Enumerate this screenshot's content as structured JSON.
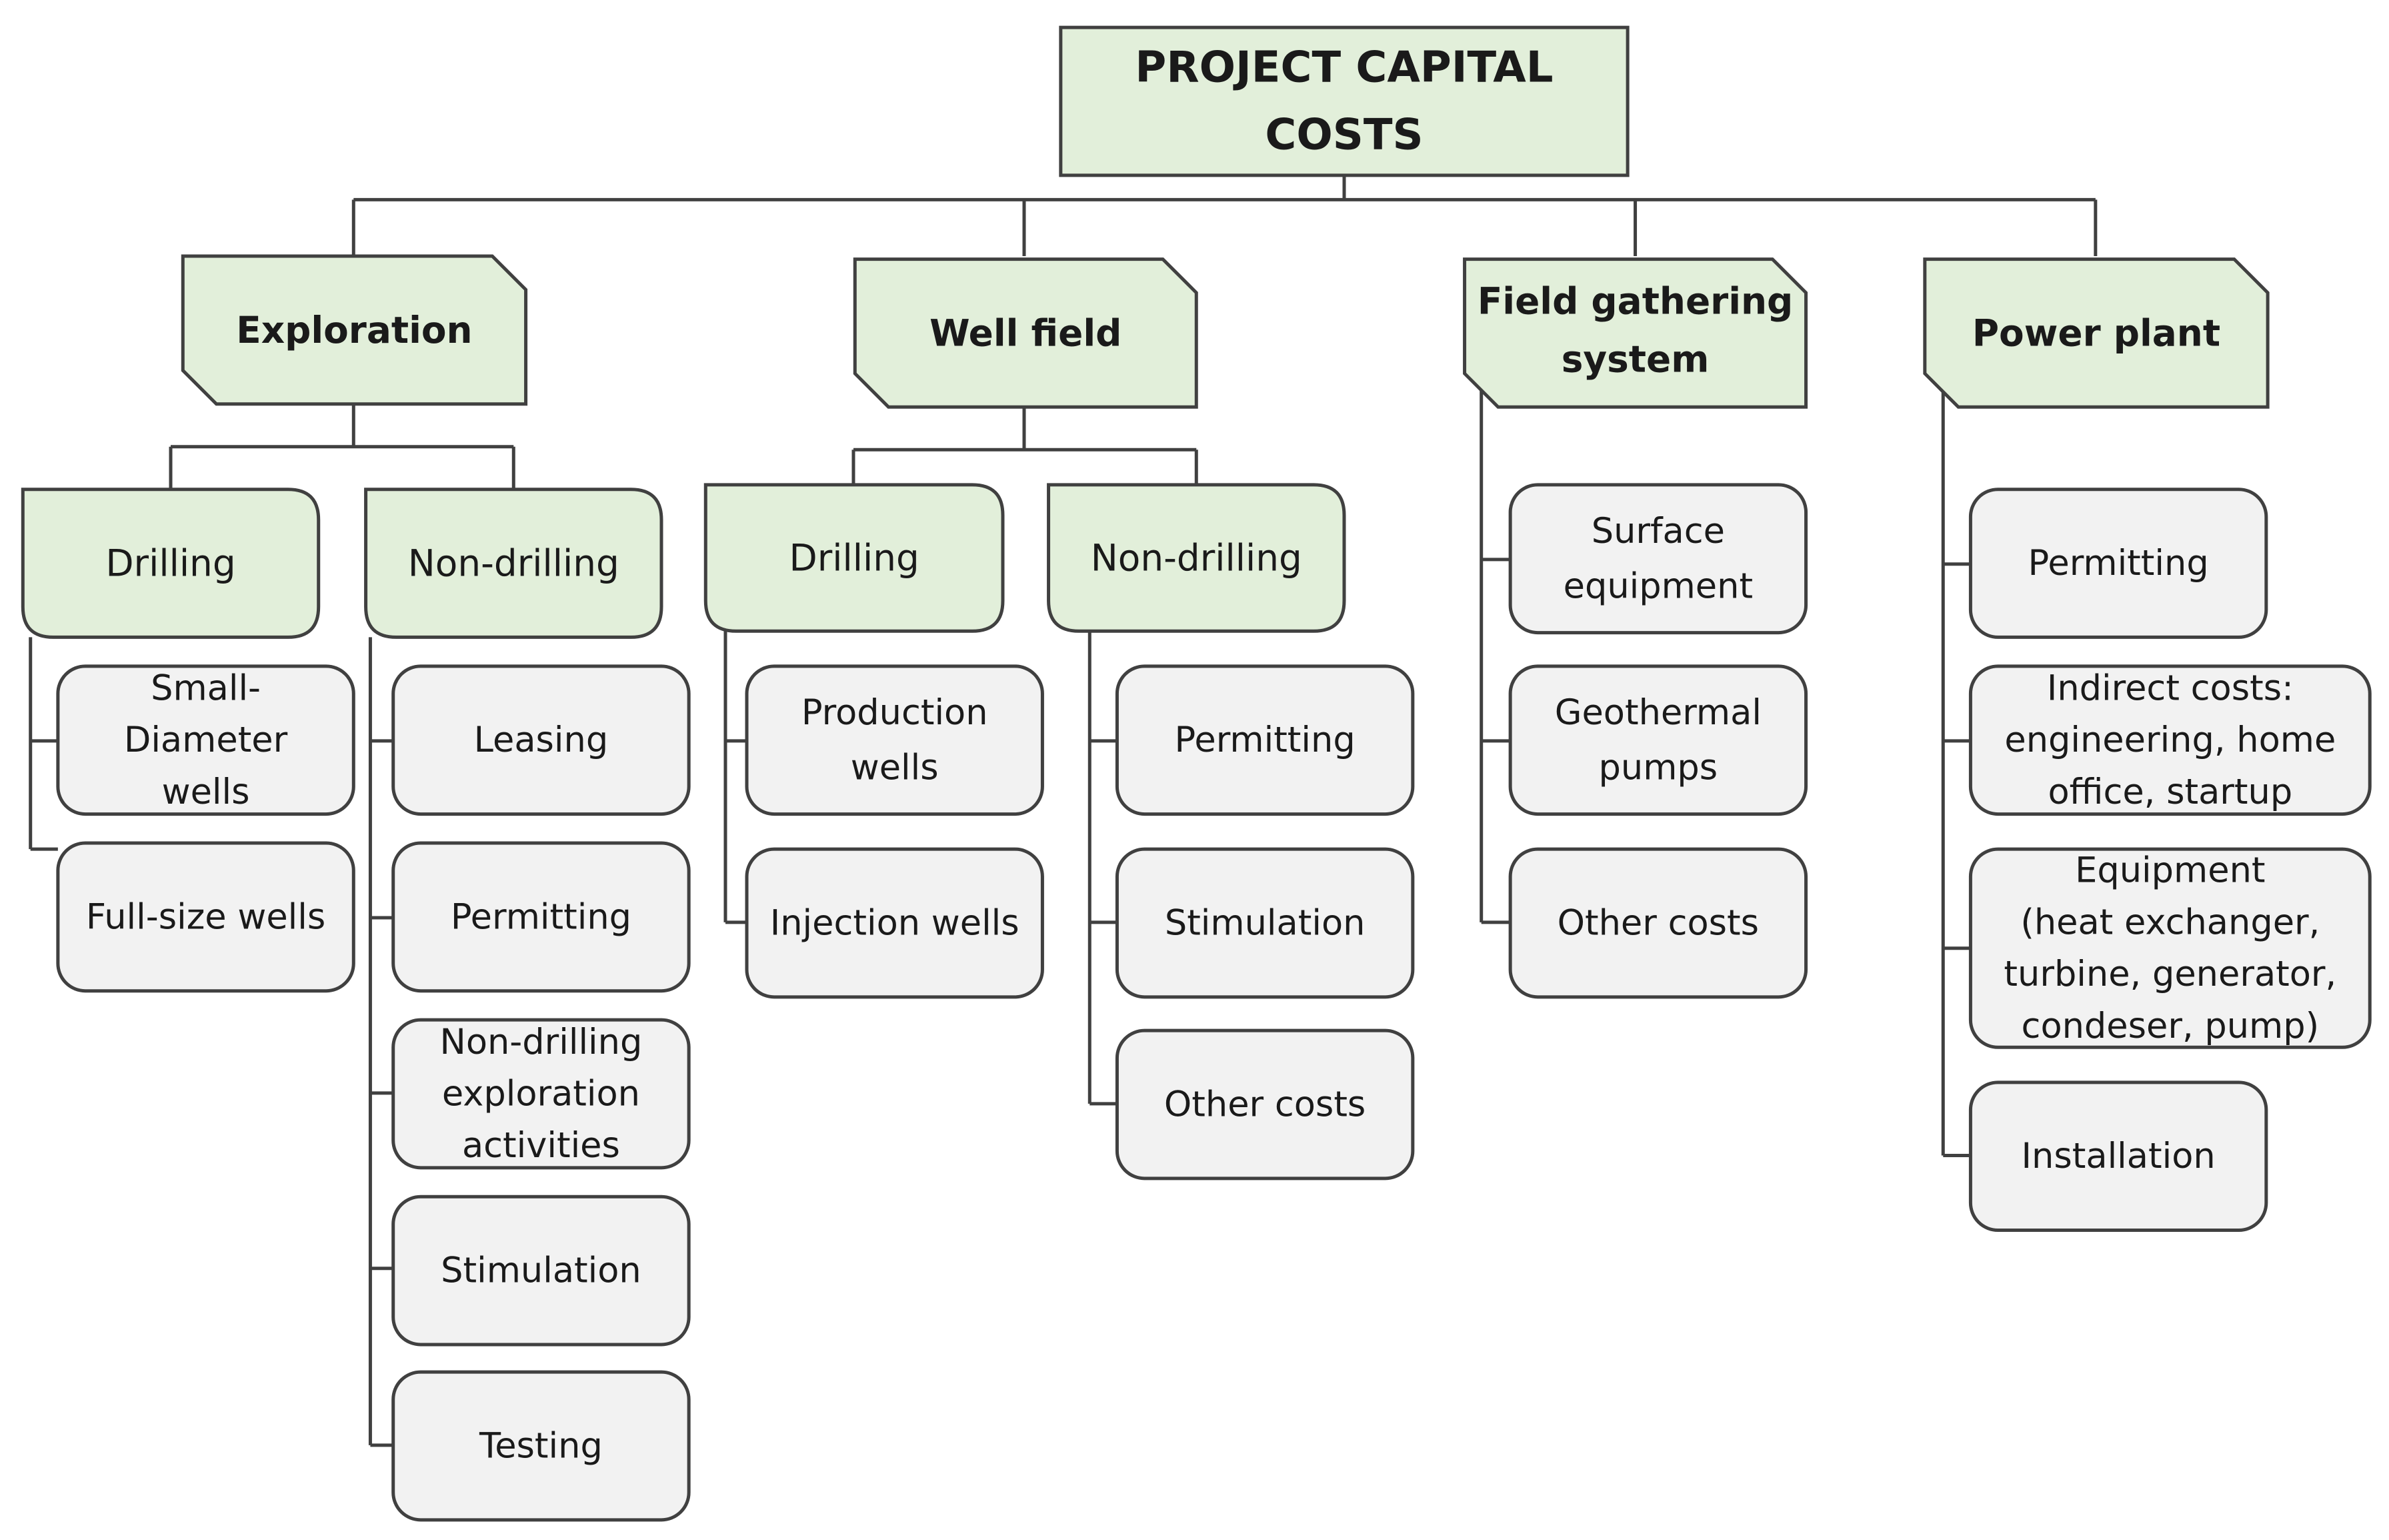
{
  "root": {
    "lines": [
      "PROJECT CAPITAL",
      "COSTS"
    ]
  },
  "categories": [
    {
      "lines": [
        "Exploration"
      ],
      "groups": [
        {
          "lines": [
            "Drilling"
          ],
          "items": [
            {
              "lines": [
                "Small-",
                "Diameter",
                "wells"
              ]
            },
            {
              "lines": [
                "Full-size wells"
              ]
            }
          ]
        },
        {
          "lines": [
            "Non-drilling"
          ],
          "items": [
            {
              "lines": [
                "Leasing"
              ]
            },
            {
              "lines": [
                "Permitting"
              ]
            },
            {
              "lines": [
                "Non-drilling",
                "exploration",
                "activities"
              ]
            },
            {
              "lines": [
                "Stimulation"
              ]
            },
            {
              "lines": [
                "Testing"
              ]
            }
          ]
        }
      ]
    },
    {
      "lines": [
        "Well field"
      ],
      "groups": [
        {
          "lines": [
            "Drilling"
          ],
          "items": [
            {
              "lines": [
                "Production",
                "wells"
              ]
            },
            {
              "lines": [
                "Injection wells"
              ]
            }
          ]
        },
        {
          "lines": [
            "Non-drilling"
          ],
          "items": [
            {
              "lines": [
                "Permitting"
              ]
            },
            {
              "lines": [
                "Stimulation"
              ]
            },
            {
              "lines": [
                "Other costs"
              ]
            }
          ]
        }
      ]
    },
    {
      "lines": [
        "Field gathering",
        "system"
      ],
      "items": [
        {
          "lines": [
            "Surface",
            "equipment"
          ]
        },
        {
          "lines": [
            "Geothermal",
            "pumps"
          ]
        },
        {
          "lines": [
            "Other costs"
          ]
        }
      ]
    },
    {
      "lines": [
        "Power plant"
      ],
      "items": [
        {
          "lines": [
            "Permitting"
          ]
        },
        {
          "lines": [
            "Indirect costs:",
            "engineering, home",
            "office, startup"
          ]
        },
        {
          "lines": [
            "Equipment",
            "(heat exchanger,",
            "turbine, generator,",
            "condeser, pump)"
          ]
        },
        {
          "lines": [
            "Installation"
          ]
        }
      ]
    }
  ],
  "colors": {
    "header_fill": "#e2efda",
    "item_fill": "#f2f2f2",
    "line": "#404040",
    "text": "#1a1a1a"
  }
}
